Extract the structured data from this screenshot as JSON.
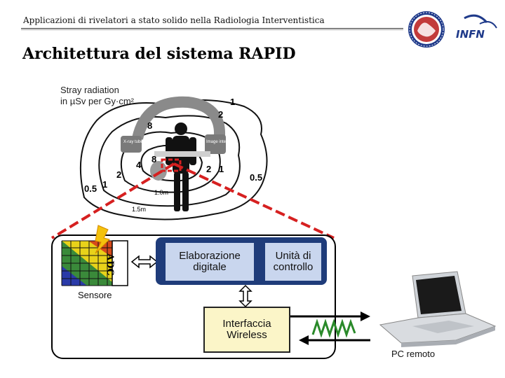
{
  "header": {
    "subtitle": "Applicazioni di rivelatori a stato solido nella Radiologia Interventistica",
    "logo_right": "INFN"
  },
  "slide": {
    "title": "Architettura del sistema RAPID"
  },
  "figure": {
    "stray_label_line1": "Stray radiation",
    "stray_label_line2": "in µSv per Gy·cm²",
    "contour_labels": [
      "1",
      "2",
      "8",
      "4",
      "8",
      "2",
      "1",
      "2",
      "1",
      "0.5",
      "0.5"
    ],
    "distance_labels": [
      "1.0m",
      "1.5m"
    ],
    "device_labels": [
      "X-ray tube",
      "Image intensifier"
    ]
  },
  "diagram": {
    "adc_label": "ADC",
    "sensore_label": "Sensore",
    "elaborazione_label": "Elaborazione digitale",
    "unita_label": "Unità di controllo",
    "wireless_label": "Interfaccia Wireless",
    "pc_label": "PC remoto",
    "colors": {
      "group_blue": "#1f3c7a",
      "inner_box": "#c9d6ee",
      "wireless_box": "#fbf5c8",
      "dashed_red": "#d62020"
    }
  }
}
